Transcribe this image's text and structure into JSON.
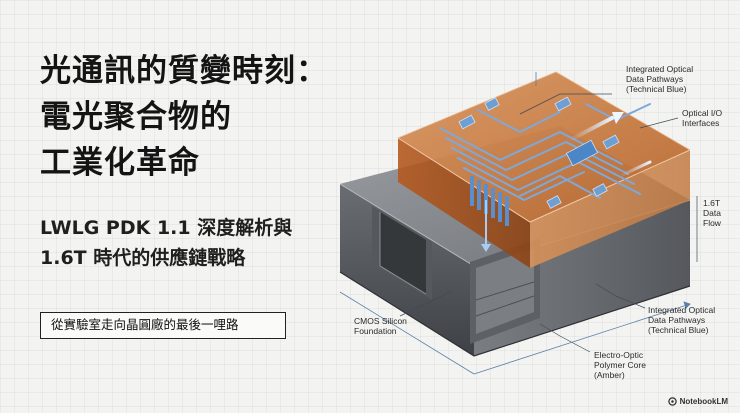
{
  "title": {
    "line1": "光通訊的質變時刻：",
    "line2": "電光聚合物的",
    "line3": "工業化革命"
  },
  "subtitle": {
    "line1": "LWLG PDK 1.1 深度解析與",
    "line2": "1.6T 時代的供應鏈戰略"
  },
  "tagline": "從實驗室走向晶圓廠的最後一哩路",
  "callouts": {
    "pathways_top": {
      "line1": "Integrated Optical",
      "line2": "Data Pathways",
      "line3": "(Technical Blue)"
    },
    "io": {
      "line1": "Optical I/O",
      "line2": "Interfaces"
    },
    "flow": {
      "line1": "1.6T",
      "line2": "Data",
      "line3": "Flow"
    },
    "cmos": {
      "line1": "CMOS Silicon",
      "line2": "Foundation"
    },
    "pathways_bottom": {
      "line1": "Integrated Optical",
      "line2": "Data Pathways",
      "line3": "(Technical Blue)"
    },
    "polymer": {
      "line1": "Electro-Optic",
      "line2": "Polymer Core",
      "line3": "(Amber)"
    }
  },
  "brand": {
    "name": "NotebookLM",
    "icon": "notebooklm-logo-icon"
  },
  "colors": {
    "amber": "#c06a2a",
    "silicon": "#6b6f74",
    "technical_blue": "#4d86c6"
  }
}
